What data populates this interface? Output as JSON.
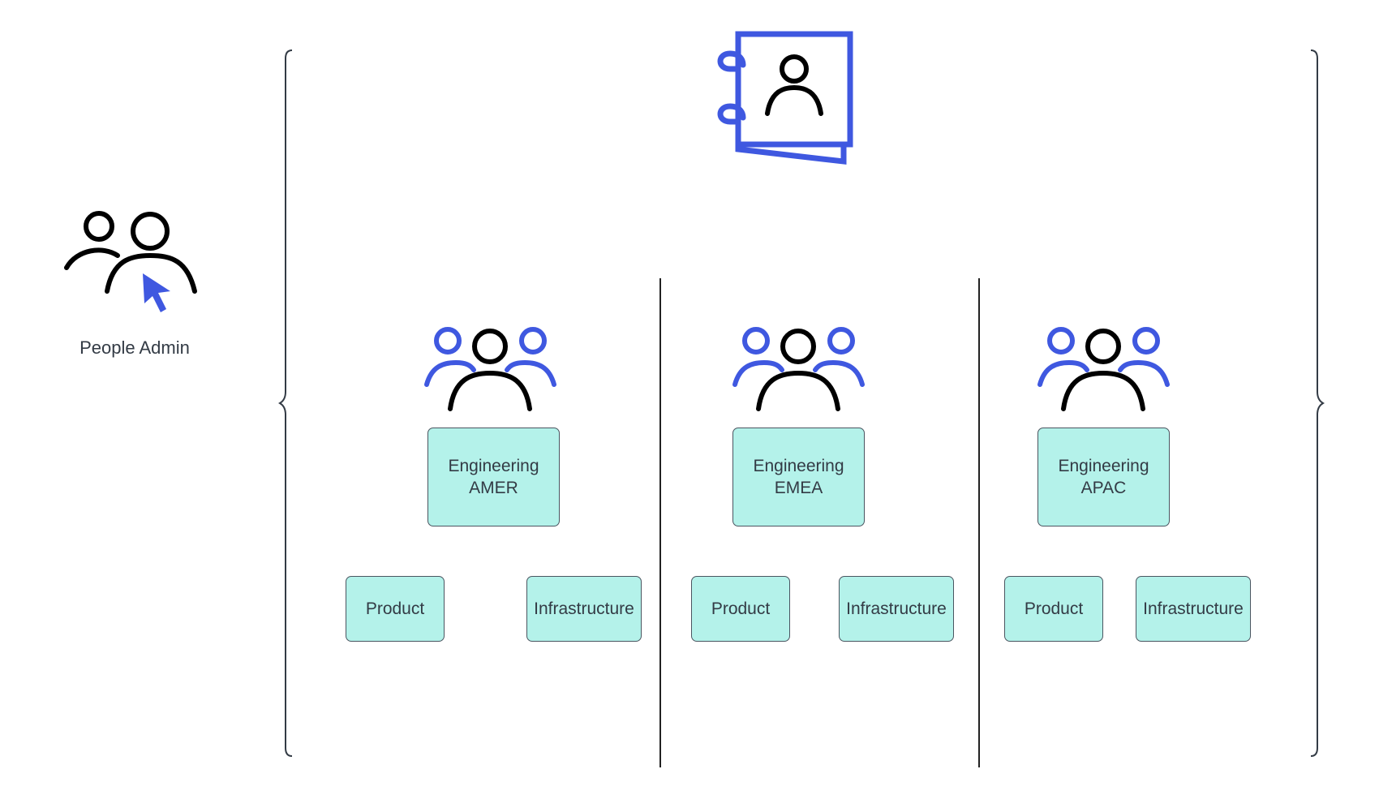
{
  "people_admin": {
    "label": "People Admin",
    "icon": "people-admin-cursor-icon",
    "accent_color": "#3f58e0"
  },
  "directory": {
    "icon": "contact-book-icon",
    "accent_color": "#3f58e0"
  },
  "colors": {
    "box_fill": "#b4f2ea",
    "box_border": "#4a5560",
    "icon_blue": "#3f58e0",
    "icon_black": "#000000"
  },
  "regions": [
    {
      "team_line1": "Engineering",
      "team_line2": "AMER",
      "sub_left": "Product",
      "sub_right": "Infrastructure",
      "icon": "team-group-icon"
    },
    {
      "team_line1": "Engineering",
      "team_line2": "EMEA",
      "sub_left": "Product",
      "sub_right": "Infrastructure",
      "icon": "team-group-icon"
    },
    {
      "team_line1": "Engineering",
      "team_line2": "APAC",
      "sub_left": "Product",
      "sub_right": "Infrastructure",
      "icon": "team-group-icon"
    }
  ]
}
